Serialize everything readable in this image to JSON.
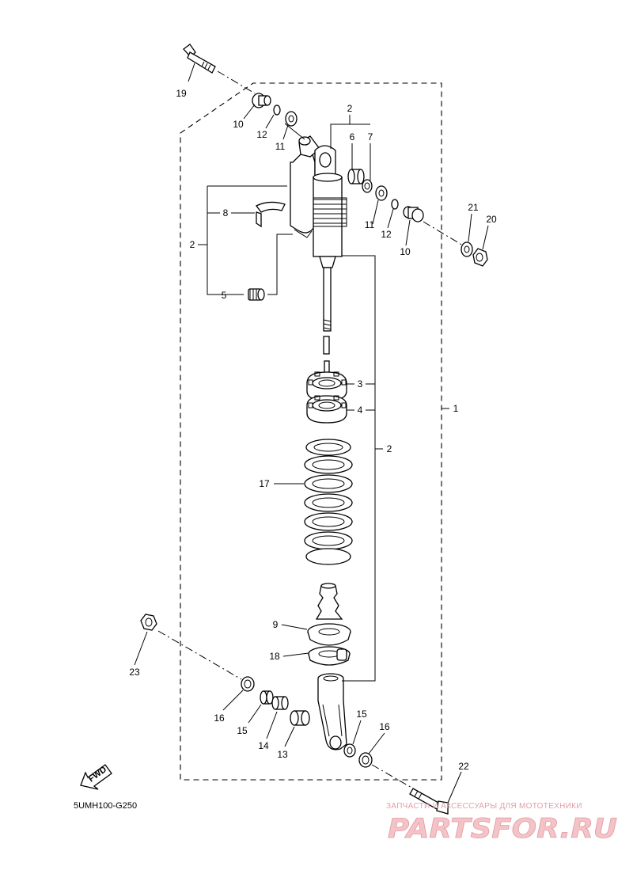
{
  "diagram": {
    "callouts": {
      "c1": "1",
      "c2a": "2",
      "c2b": "2",
      "c2c": "2",
      "c3": "3",
      "c4": "4",
      "c5": "5",
      "c6": "6",
      "c7": "7",
      "c8": "8",
      "c9": "9",
      "c10a": "10",
      "c10b": "10",
      "c11a": "11",
      "c11b": "11",
      "c12a": "12",
      "c12b": "12",
      "c13": "13",
      "c14": "14",
      "c15a": "15",
      "c15b": "15",
      "c16a": "16",
      "c16b": "16",
      "c17": "17",
      "c18": "18",
      "c19": "19",
      "c20": "20",
      "c21": "21",
      "c22": "22",
      "c23": "23"
    },
    "fwd_label": "FWD",
    "drawing_code": "5UMH100-G250"
  },
  "watermark": {
    "tagline": "ЗАПЧАСТИ И АКСЕССУАРЫ ДЛЯ МОТОТЕХНИКИ",
    "brand": "PARTSFOR.RU",
    "color": "#e79aa3"
  }
}
